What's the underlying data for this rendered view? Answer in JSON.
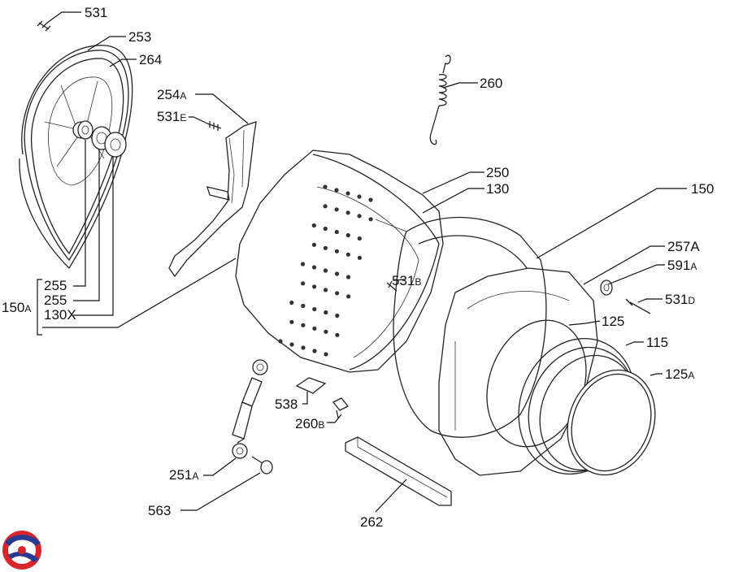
{
  "diagram": {
    "labels": {
      "l531": {
        "main": "531",
        "sub": ""
      },
      "l253": {
        "main": "253",
        "sub": ""
      },
      "l264": {
        "main": "264",
        "sub": ""
      },
      "l254a": {
        "main": "254",
        "sub": "A"
      },
      "l531e": {
        "main": "531",
        "sub": "E"
      },
      "l260": {
        "main": "260",
        "sub": ""
      },
      "l250": {
        "main": "250",
        "sub": ""
      },
      "l130": {
        "main": "130",
        "sub": ""
      },
      "l150": {
        "main": "150",
        "sub": ""
      },
      "l257a": {
        "main": "257A",
        "sub": ""
      },
      "l591a": {
        "main": "591",
        "sub": "A"
      },
      "l531d": {
        "main": "531",
        "sub": "D"
      },
      "l531b": {
        "main": "531",
        "sub": "B"
      },
      "l125": {
        "main": "125",
        "sub": ""
      },
      "l115": {
        "main": "115",
        "sub": ""
      },
      "l125a": {
        "main": "125",
        "sub": "A"
      },
      "l255a": {
        "main": "255",
        "sub": ""
      },
      "l255b": {
        "main": "255",
        "sub": ""
      },
      "l130x": {
        "main": "130X",
        "sub": ""
      },
      "l150a": {
        "main": "150",
        "sub": "A"
      },
      "l538": {
        "main": "538",
        "sub": ""
      },
      "l260b": {
        "main": "260",
        "sub": "B"
      },
      "l251a": {
        "main": "251",
        "sub": "A"
      },
      "l563": {
        "main": "563",
        "sub": ""
      },
      "l262": {
        "main": "262",
        "sub": ""
      }
    },
    "logo_colors": {
      "red": "#d6262b",
      "blue": "#2a3a8f"
    }
  }
}
